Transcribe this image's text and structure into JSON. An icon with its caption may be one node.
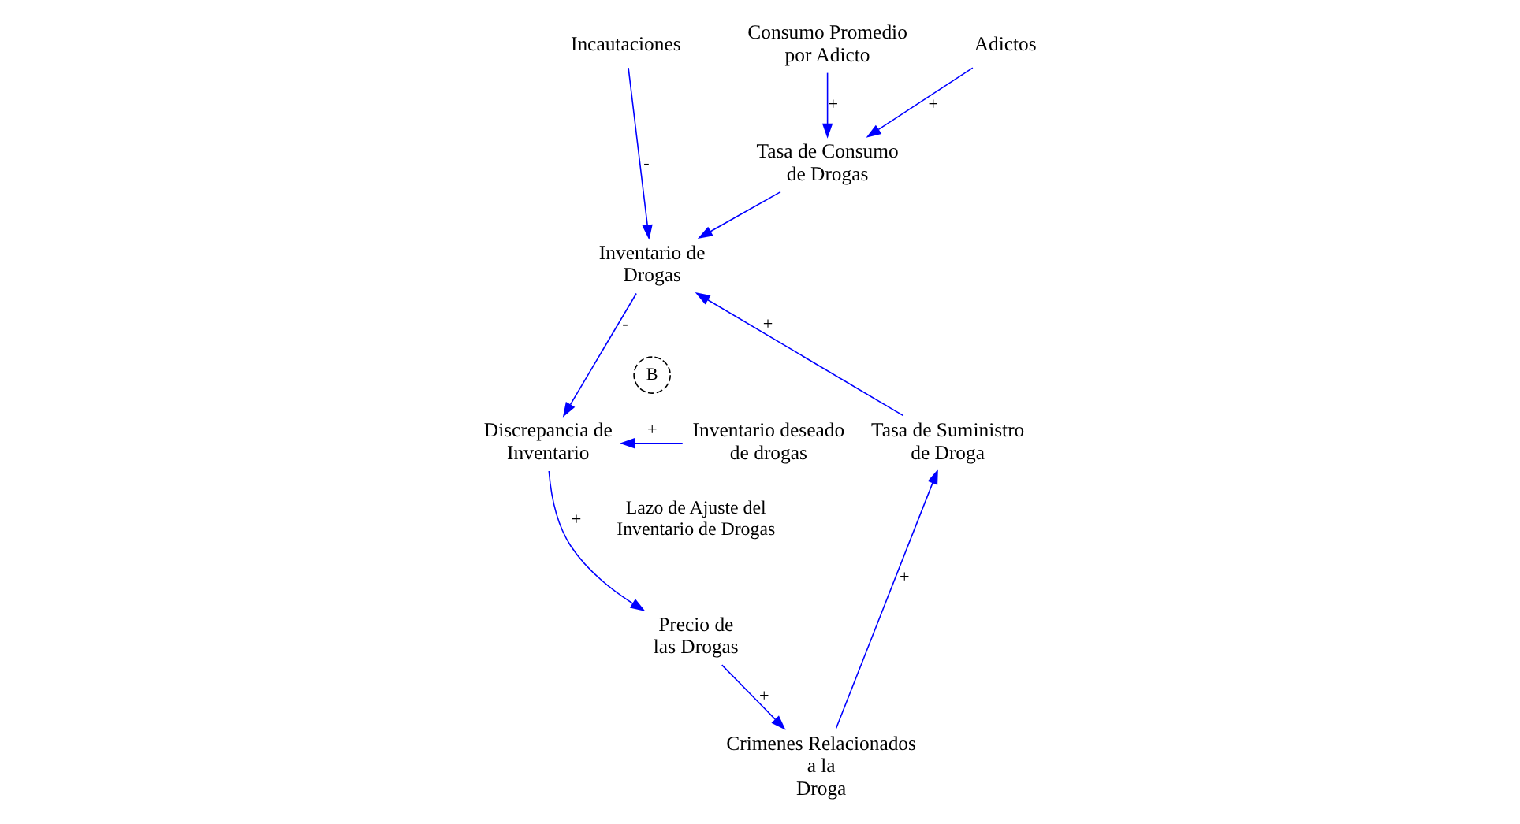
{
  "diagram": {
    "nodes": [
      {
        "text": [
          "Incautaciones"
        ]
      },
      {
        "text": [
          "Consumo Promedio por Adicto"
        ]
      },
      {
        "text": [
          "Tasa de Consumo de Drogas"
        ]
      },
      {
        "text": [
          "Inventario de Drogas"
        ]
      },
      {
        "text": [
          "Adictos"
        ]
      },
      {
        "text": [
          "Tasa de Suministro de Droga"
        ]
      },
      {
        "text": [
          "Discrepancia de Inventario"
        ]
      },
      {
        "text": [
          "Inventario deseado de drogas"
        ]
      },
      {
        "text": [
          "Crimenes Relacionados a la Droga"
        ]
      },
      {
        "text": [
          "Precio de las Drogas"
        ]
      }
    ],
    "edges": [
      {
        "from": 0,
        "to": 3,
        "arrow": "to",
        "label": "-"
      },
      {
        "from": 1,
        "to": 2,
        "arrow": "to",
        "label": "+"
      },
      {
        "from": 2,
        "to": 3,
        "arrow": "to"
      },
      {
        "from": 4,
        "to": 2,
        "arrow": "to",
        "label": "+"
      },
      {
        "from": 5,
        "to": 3,
        "arrow": "to",
        "label": "+"
      },
      {
        "from": 3,
        "to": 6,
        "arrow": "to",
        "label": "-"
      },
      {
        "from": 7,
        "to": 6,
        "arrow": "to",
        "label": "+"
      },
      {
        "from": 6,
        "to": 9,
        "arrow": "to",
        "label": "+"
      },
      {
        "from": 9,
        "to": 8,
        "arrow": "to",
        "label": "+"
      },
      {
        "from": 8,
        "to": 5,
        "arrow": "to",
        "label": "+"
      }
    ],
    "labels": [
      "B",
      "Lazo de Ajuste del Inventario de Drogas"
    ]
  }
}
